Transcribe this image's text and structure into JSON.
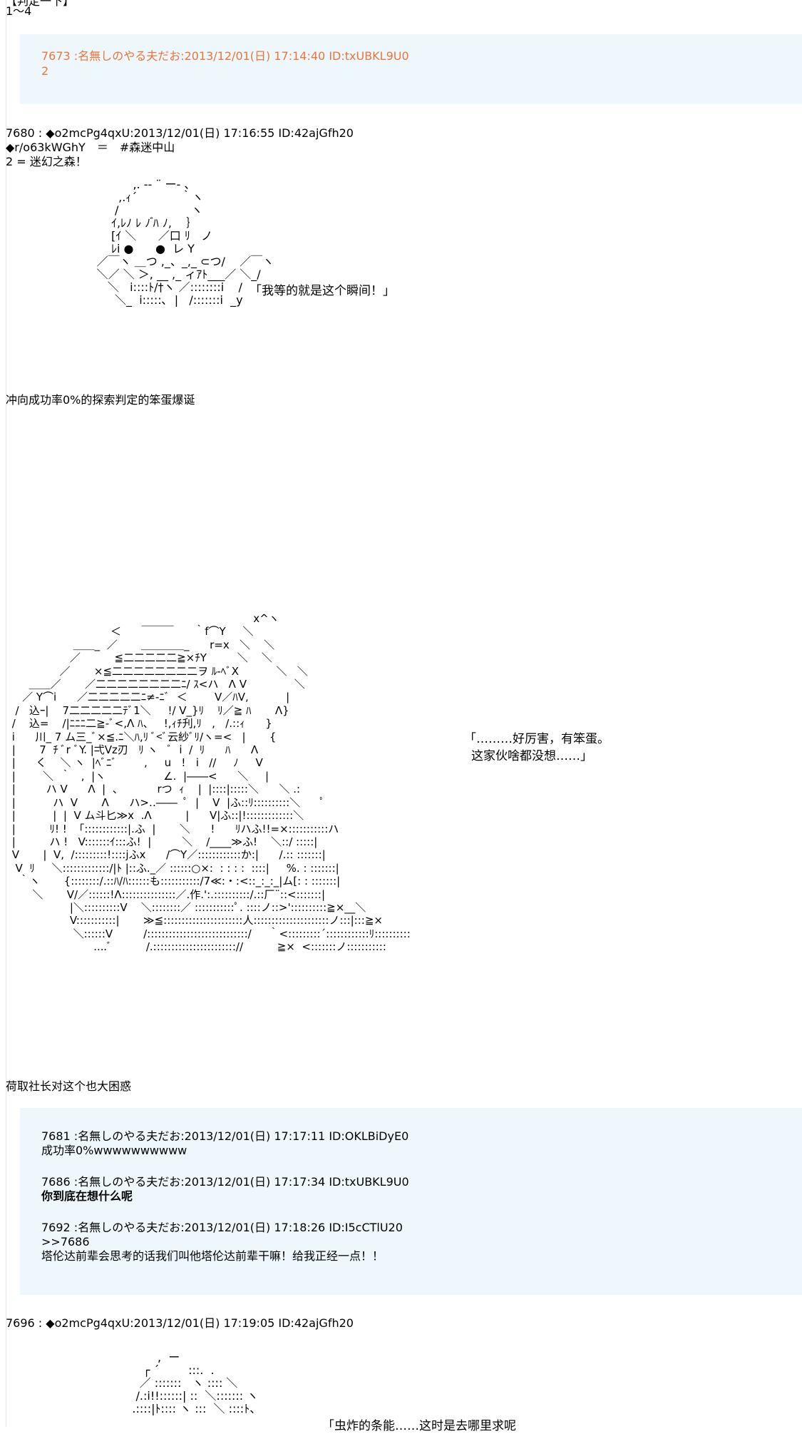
{
  "top": {
    "header_fragment": "【判定一下】",
    "range": "1～4"
  },
  "quote1": {
    "header": "7673 :名無しのやる夫だお:2013/12/01(日) 17:14:40 ID:txUBKL9U0",
    "body": "2"
  },
  "post1": {
    "header": "7680 : ◆o2mcPg4qxU:2013/12/01(日) 17:16:55 ID:42ajGfh20",
    "line1": "◆r/o63kWGhY　＝　#森迷中山",
    "line2": "2 = 迷幻之森！",
    "speech": "「我等的就是这个瞬间！」",
    "narration": "冲向成功率0%的探索判定的笨蛋爆诞"
  },
  "post1b": {
    "speech_line1": "「………好厉害，有笨蛋。",
    "speech_line2": "这家伙啥都没想……」",
    "narration": "荷取社长对这个也大困惑"
  },
  "quote2": {
    "r1_header": "7681 :名無しのやる夫だお:2013/12/01(日) 17:17:11 ID:OKLBiDyE0",
    "r1_body": "成功率0%wwwwwwwwww",
    "r2_header": "7686 :名無しのやる夫だお:2013/12/01(日) 17:17:34 ID:txUBKL9U0",
    "r2_body": "你到底在想什么呢",
    "r3_header": "7692 :名無しのやる夫だお:2013/12/01(日) 17:18:26 ID:I5cCTlU20",
    "r3_ref": ">>7686",
    "r3_body": "塔伦达前辈会思考的话我们叫他塔伦达前辈干嘛！给我正经一点！！"
  },
  "post2": {
    "header": "7696 : ◆o2mcPg4qxU:2013/12/01(日) 17:19:05 ID:42ajGfh20",
    "speech_partial": "「虫炸的条能……这时是去哪里求呢"
  },
  "colors": {
    "quote_bg": "#eef7fc",
    "quote_header": "#e8763a"
  }
}
